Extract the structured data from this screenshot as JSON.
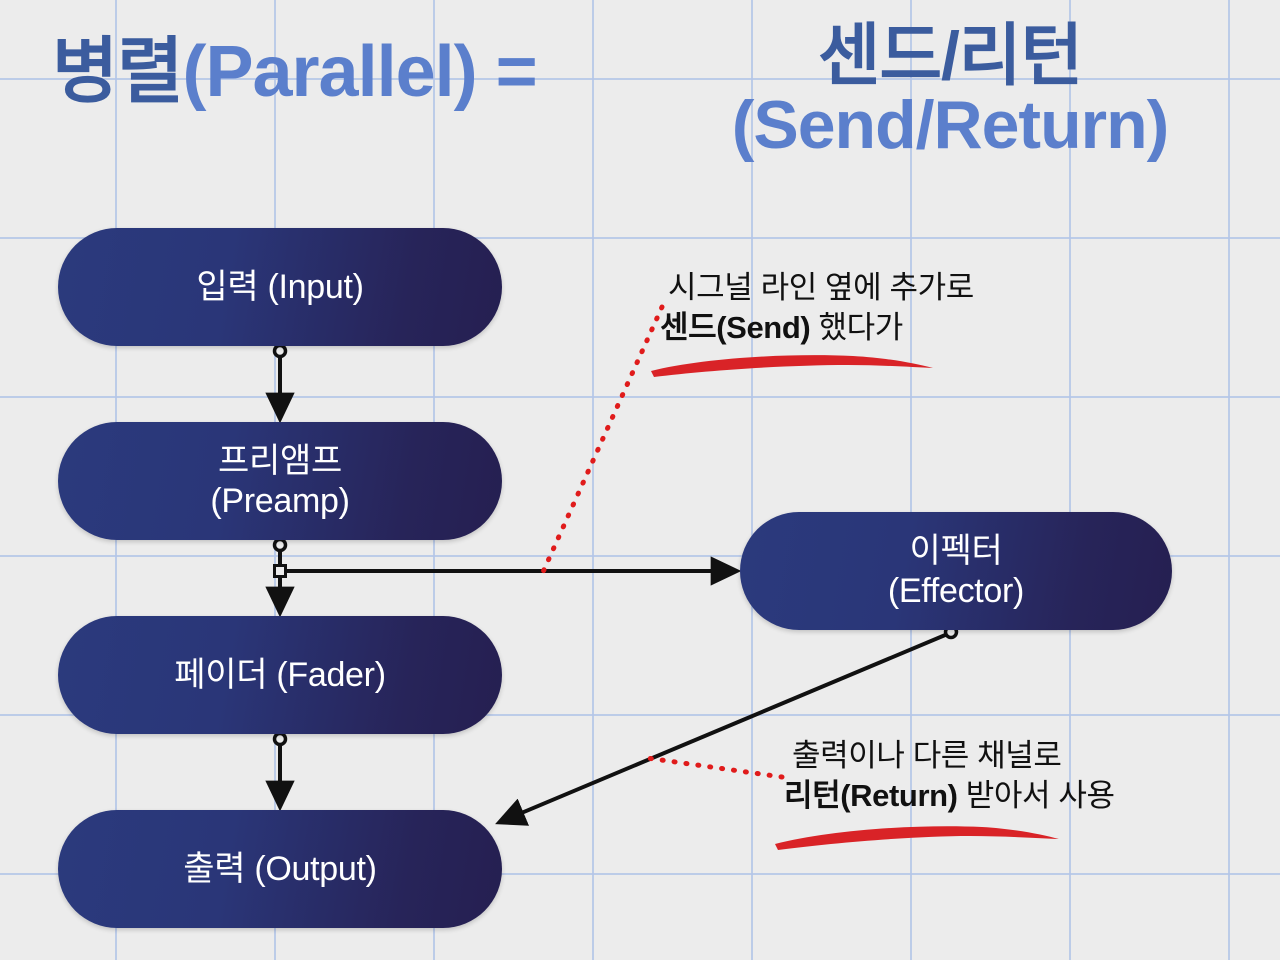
{
  "slide": {
    "background_color": "#ececec",
    "grid_color": "#b4c6e8"
  },
  "titles": {
    "left": {
      "korean": "병렬",
      "english": "(Parallel) =",
      "korean_color": "#3b5c9e",
      "english_color": "#5b7fcc"
    },
    "right": {
      "korean": "센드/리턴",
      "english": "(Send/Return)",
      "korean_color": "#3b5c9e",
      "english_color": "#5b7fcc"
    }
  },
  "diagram": {
    "node_gradient_from": "#2b3a7d",
    "node_gradient_to": "#251f51",
    "node_text_color": "#ffffff",
    "nodes": [
      {
        "id": "input",
        "label": "입력 (Input)"
      },
      {
        "id": "preamp",
        "label_line1": "프리앰프",
        "label_line2": "(Preamp)"
      },
      {
        "id": "fader",
        "label": "페이더 (Fader)"
      },
      {
        "id": "output",
        "label": "출력 (Output)"
      },
      {
        "id": "effector",
        "label_line1": "이펙터",
        "label_line2": "(Effector)"
      }
    ],
    "connectors": [
      {
        "from": "input",
        "to": "preamp",
        "style": "solid-arrow-vertical"
      },
      {
        "from": "preamp",
        "to": "fader",
        "style": "solid-arrow-vertical"
      },
      {
        "from": "preamp",
        "to": "effector",
        "style": "solid-arrow-branch-right"
      },
      {
        "from": "fader",
        "to": "output",
        "style": "solid-arrow-vertical"
      },
      {
        "from": "effector",
        "to": "output",
        "style": "solid-arrow-diagonal"
      }
    ],
    "line_color": "#111111",
    "leader_color": "#e01b1b"
  },
  "annotations": [
    {
      "id": "send",
      "line1": "시그널 라인 옆에 추가로",
      "line2_bold": "센드(Send)",
      "line2_rest": " 했다가",
      "underline_color": "#d92327"
    },
    {
      "id": "return",
      "line1": "출력이나 다른 채널로",
      "line2_bold": "리턴(Return)",
      "line2_rest": " 받아서 사용",
      "underline_color": "#d92327"
    }
  ]
}
